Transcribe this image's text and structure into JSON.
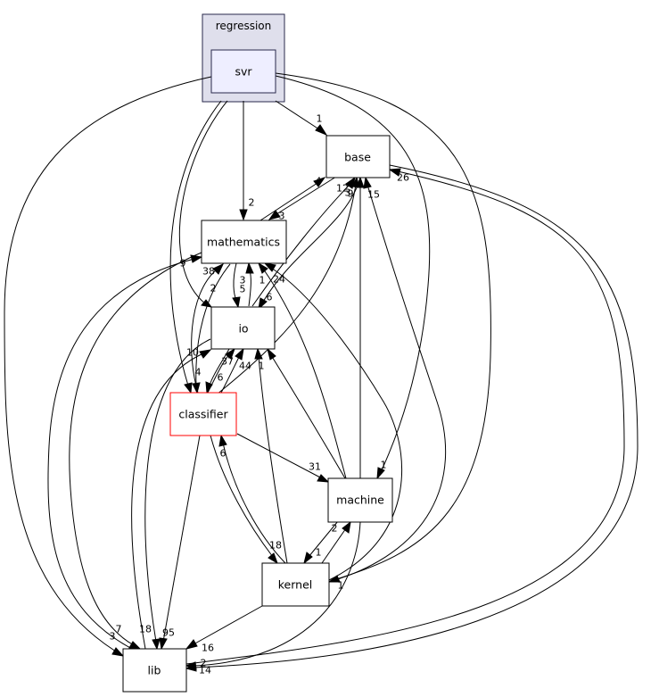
{
  "cluster": {
    "label": "regression",
    "fill": "#dfdfec",
    "stroke": "#2a2a4b"
  },
  "nodes": {
    "svr": {
      "label": "svr",
      "fill": "#eeeeff",
      "stroke": "#2a2a4b"
    },
    "base": {
      "label": "base"
    },
    "mathematics": {
      "label": "mathematics"
    },
    "io": {
      "label": "io"
    },
    "classifier": {
      "label": "classifier",
      "stroke": "#ff0000"
    },
    "machine": {
      "label": "machine"
    },
    "kernel": {
      "label": "kernel"
    },
    "lib": {
      "label": "lib"
    }
  },
  "edge_labels": {
    "svr_base": "1",
    "svr_mathematics": "2",
    "mathematics_base": "4",
    "base_mathematics": "3",
    "io_base": "12",
    "classifier_base": "3",
    "machine_base": "9",
    "kernel_base": "15",
    "lib_base": "26",
    "mathematics_io": "3",
    "io_mathematics": "5",
    "classifier_mathematics": "2",
    "mathematics_classifier": "38",
    "kernel_mathematics": "24",
    "machine_mathematics": "1",
    "base_io": "6",
    "classifier_io": "37",
    "io_classifier": "6",
    "lib_io": "10",
    "kernel_io": "1",
    "classifier_io_2": "44",
    "mathematics_lib": "9",
    "svr_classifier": "4",
    "classifier_machine": "31",
    "svr_machine": "1",
    "kernel_classifier": "6",
    "classifier_kernel": "18",
    "machine_kernel": "1",
    "kernel_machine": "2",
    "svr_kernel": "1",
    "svr_lib": "3",
    "mathematics_lib_2": "7",
    "io_lib": "18",
    "classifier_lib": "95",
    "kernel_lib": "16",
    "machine_lib": "14",
    "base_lib": "2"
  }
}
